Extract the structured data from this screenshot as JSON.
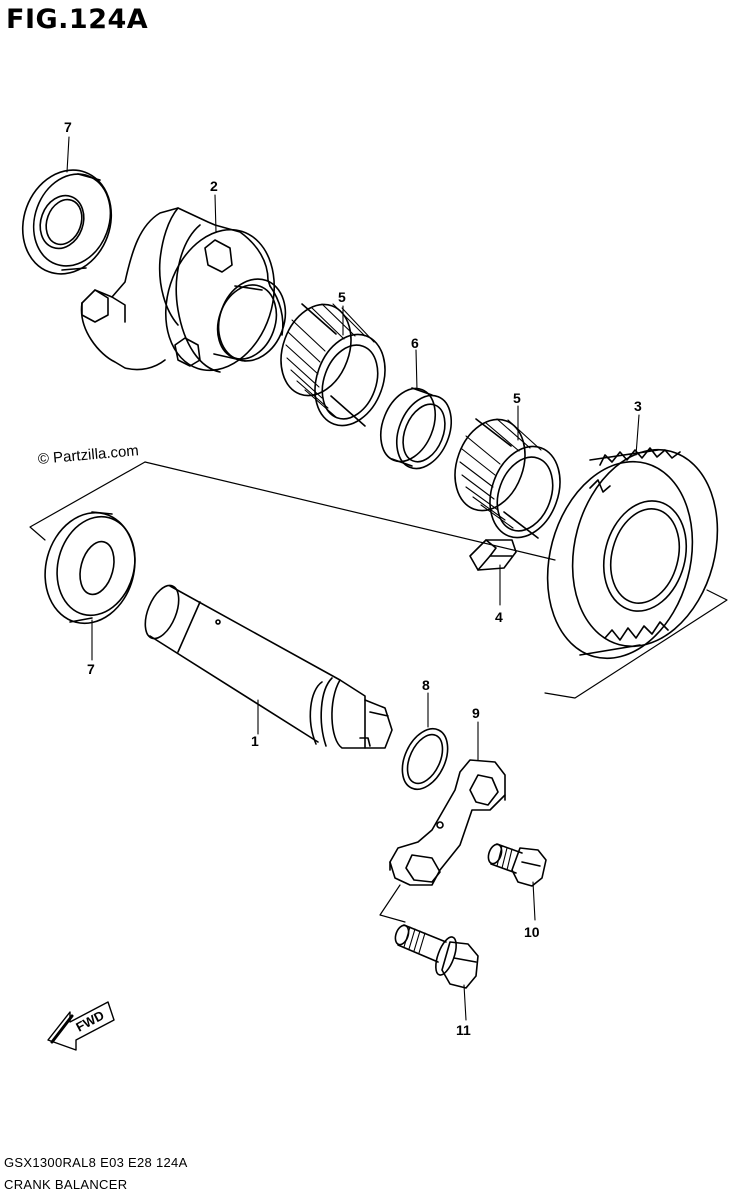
{
  "figure": {
    "title": "FIG.124A",
    "watermark": "© Partzilla.com",
    "footer_code": "GSX1300RAL8  E03  E28  124A",
    "footer_name": "CRANK BALANCER",
    "fwd_label": "FWD"
  },
  "callouts": [
    {
      "id": "c7a",
      "label": "7"
    },
    {
      "id": "c2",
      "label": "2"
    },
    {
      "id": "c5a",
      "label": "5"
    },
    {
      "id": "c6",
      "label": "6"
    },
    {
      "id": "c5b",
      "label": "5"
    },
    {
      "id": "c3",
      "label": "3"
    },
    {
      "id": "c4",
      "label": "4"
    },
    {
      "id": "c7b",
      "label": "7"
    },
    {
      "id": "c1",
      "label": "1"
    },
    {
      "id": "c8",
      "label": "8"
    },
    {
      "id": "c9",
      "label": "9"
    },
    {
      "id": "c10",
      "label": "10"
    },
    {
      "id": "c11",
      "label": "11"
    }
  ]
}
